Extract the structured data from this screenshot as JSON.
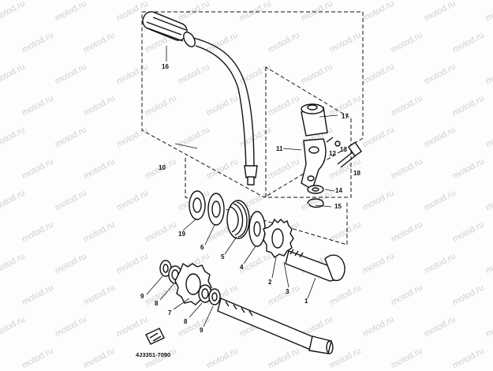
{
  "watermark": "motod.ru",
  "part_labels": {
    "p1": "1",
    "p2": "2",
    "p3": "3",
    "p4": "4",
    "p5": "5",
    "p6": "6",
    "p7": "7",
    "p8a": "8",
    "p8b": "8",
    "p9a": "9",
    "p9b": "9",
    "p10": "10",
    "p11": "11",
    "p12": "12",
    "p13": "13",
    "p14": "14",
    "p15": "15",
    "p16": "16",
    "p17": "17",
    "p18": "18",
    "p19": "19"
  },
  "diagram_code": "4J3351-7090"
}
